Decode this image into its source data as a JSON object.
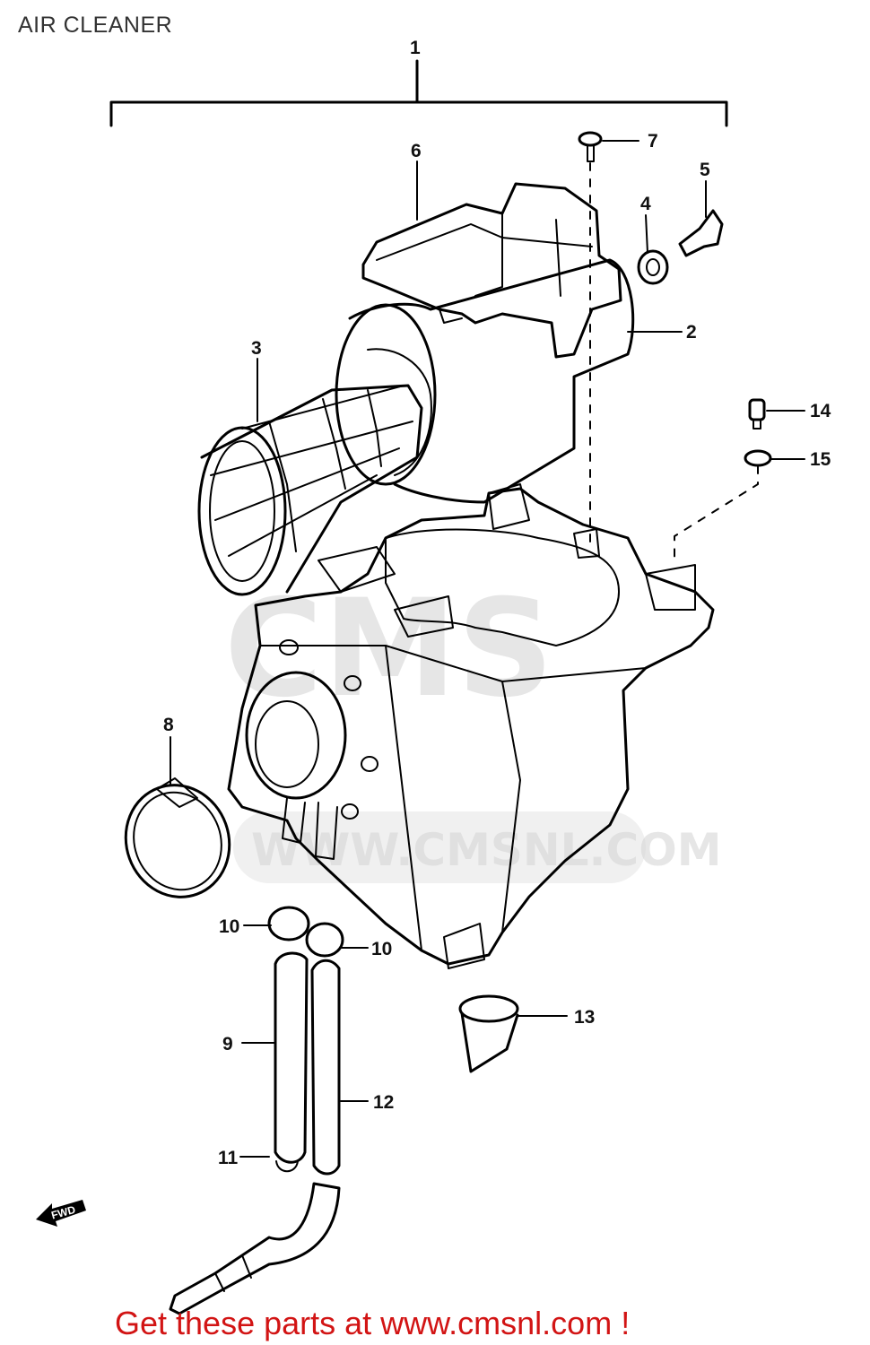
{
  "title": "AIR CLEANER",
  "watermark": "WWW.CMSNL.COM",
  "watermark_logo": "CMS",
  "fwd_label": "FWD",
  "callouts": [
    {
      "id": "c1",
      "label": "1"
    },
    {
      "id": "c2",
      "label": "2"
    },
    {
      "id": "c3",
      "label": "3"
    },
    {
      "id": "c4",
      "label": "4"
    },
    {
      "id": "c5",
      "label": "5"
    },
    {
      "id": "c6",
      "label": "6"
    },
    {
      "id": "c7",
      "label": "7"
    },
    {
      "id": "c8",
      "label": "8"
    },
    {
      "id": "c9",
      "label": "9"
    },
    {
      "id": "c10a",
      "label": "10"
    },
    {
      "id": "c10b",
      "label": "10"
    },
    {
      "id": "c11",
      "label": "11"
    },
    {
      "id": "c12",
      "label": "12"
    },
    {
      "id": "c13",
      "label": "13"
    },
    {
      "id": "c14",
      "label": "14"
    },
    {
      "id": "c15",
      "label": "15"
    }
  ],
  "footer": "Get these parts at www.cmsnl.com !"
}
